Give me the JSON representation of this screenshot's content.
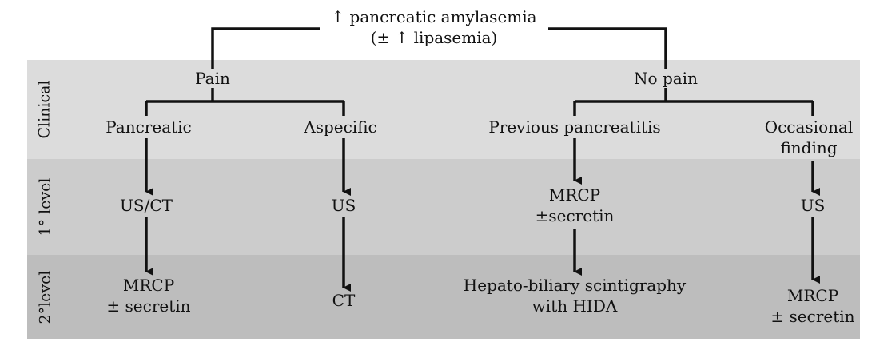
{
  "root": {
    "line1": "↑ pancreatic amylasemia",
    "line2": "(± ↑ lipasemia)"
  },
  "levels": {
    "clinical": "Clinical",
    "first": "1° level",
    "second": "2°level"
  },
  "clinical": {
    "pain": "Pain",
    "no_pain": "No pain",
    "pancreatic": "Pancreatic",
    "aspecific": "Aspecific",
    "previous": "Previous pancreatitis",
    "occasional_line1": "Occasional",
    "occasional_line2": "finding"
  },
  "first_level": {
    "pancreatic": "US/CT",
    "aspecific": "US",
    "previous_line1": "MRCP",
    "previous_line2": "±secretin",
    "occasional": "US"
  },
  "second_level": {
    "pancreatic_line1": "MRCP",
    "pancreatic_line2": "± secretin",
    "aspecific": "CT",
    "previous_line1": "Hepato-biliary scintigraphy",
    "previous_line2": "with HIDA",
    "occasional_line1": "MRCP",
    "occasional_line2": "± secretin"
  }
}
